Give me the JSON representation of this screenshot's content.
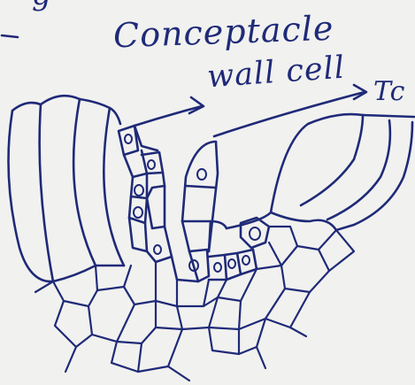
{
  "labels": {
    "title": "Conceptacle",
    "wall": "wall cell",
    "cut": "Tc",
    "top_fragment": "g"
  },
  "colors": {
    "ink": "#1f2a78",
    "paper": "#f1f1ef"
  }
}
